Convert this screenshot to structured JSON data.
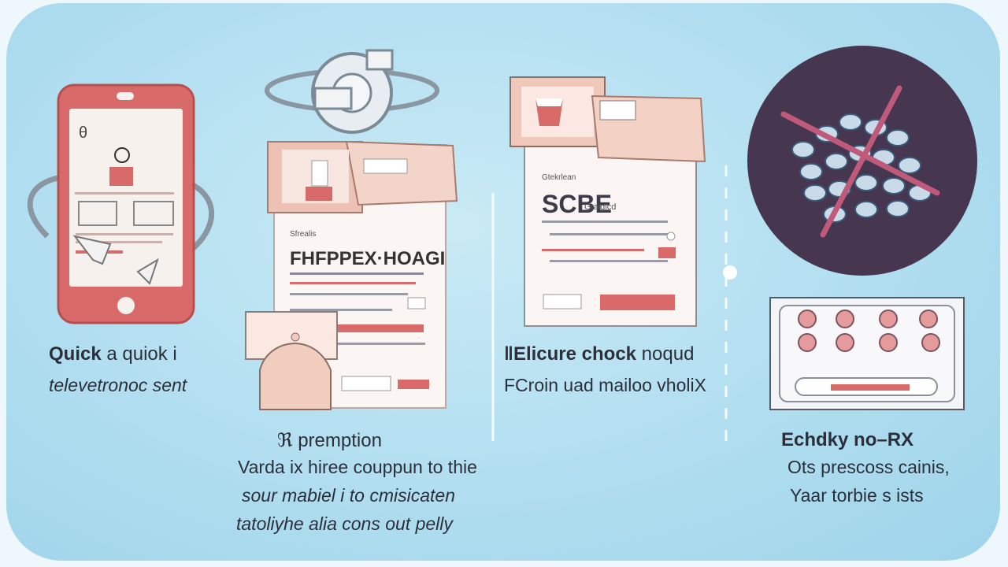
{
  "colors": {
    "background": "#b1def0",
    "accent_red": "#d96a6a",
    "ink": "#2b2f3a",
    "dark_circle": "#463650"
  },
  "icons": [
    "phone-icon",
    "stethoscope-icon",
    "prescription-form-icon",
    "checkout-form-icon",
    "pills-crossed-icon",
    "pill-pack-icon"
  ],
  "step1": {
    "title_bold": "Quick",
    "title_rest": " a quiok i",
    "subtitle": "televetronoc sent"
  },
  "step2": {
    "form_small": "Sfrealis",
    "form_heading": "FHFPPEX·HOAGI",
    "title": "ℜ premption",
    "line1": "Varda ix hiree couppun to thie",
    "line2": "sour mabiel i to cmisicaten",
    "line3": "tatoliyhe alia cons out pelly"
  },
  "step3": {
    "form_small": "Gtekrlean",
    "form_heading": "SCBE",
    "form_heading_small": "Gtaigicd",
    "title_bold": "ǁElicure chock",
    "title_rest": " noqud",
    "subtitle": "FCroin uad mailoo vholiX"
  },
  "step4": {
    "title": "Echdky no–RX",
    "line1": "Ots prescoss cainis,",
    "line2": "Yaar torbie s ists"
  }
}
